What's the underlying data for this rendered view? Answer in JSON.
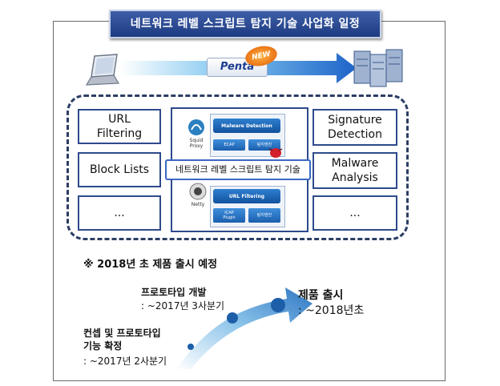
{
  "title": "네트워크 레벨 스크립트 탐지 기술 사업화 일정",
  "flow": {
    "product": "Penta",
    "badge": "NEW"
  },
  "left_features": [
    "URL\nFiltering",
    "Block Lists",
    "..."
  ],
  "right_features": [
    "Signature\nDetection",
    "Malware\nAnalysis",
    "..."
  ],
  "center": {
    "top_module": "Malware Detection",
    "top_sub": [
      "ECAP",
      "탐지엔진"
    ],
    "bottom_module": "URL Filtering",
    "bottom_sub": [
      "ICAP\nPlugin",
      "탐지엔진"
    ],
    "logo_top": "Squid\nProxy",
    "logo_bottom": "Netty",
    "overlay_label": "네트워크 레벨 스크립트 탐지 기술"
  },
  "note": "※ 2018년 초 제품 출시 예정",
  "milestones": [
    {
      "title": "컨셉 및 프로토타입\n기능 확정",
      "date": ": ~2017년 2사분기"
    },
    {
      "title": "프로토타입 개발",
      "date": ": ~2017년 3사분기"
    },
    {
      "title": "제품 출시",
      "date": ": ~2018년초"
    }
  ],
  "colors": {
    "accent": "#1d3b82",
    "box_border": "#2e4a8c",
    "arrow": "#2d6fb8"
  }
}
